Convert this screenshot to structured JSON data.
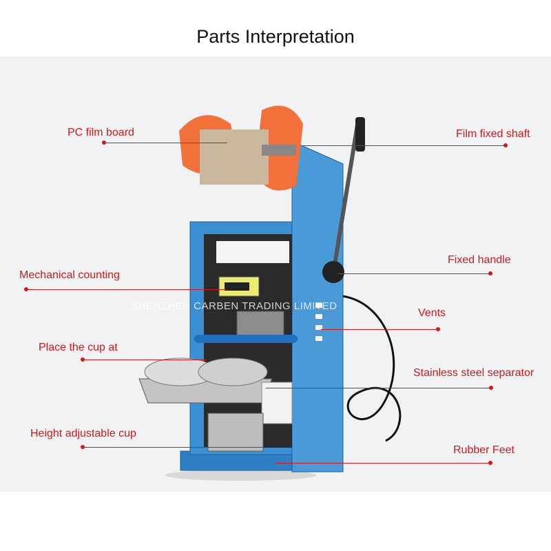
{
  "title": "Parts Interpretation",
  "watermark": "SHENZHEN CARBEN TRADING LIMITED",
  "labels": {
    "pc_film_board": "PC film board",
    "film_fixed_shaft": "Film fixed shaft",
    "fixed_handle": "Fixed handle",
    "mechanical_counting": "Mechanical counting",
    "vents": "Vents",
    "place_cup": "Place the cup at",
    "stainless_separator": "Stainless steel separator",
    "height_adjustable_cup": "Height adjustable cup",
    "rubber_feet": "Rubber Feet"
  },
  "colors": {
    "label_red": "#d31818",
    "machine_blue": "#3d8fd4",
    "roller_orange": "#f2703a",
    "film_tan": "#c9b89e"
  }
}
